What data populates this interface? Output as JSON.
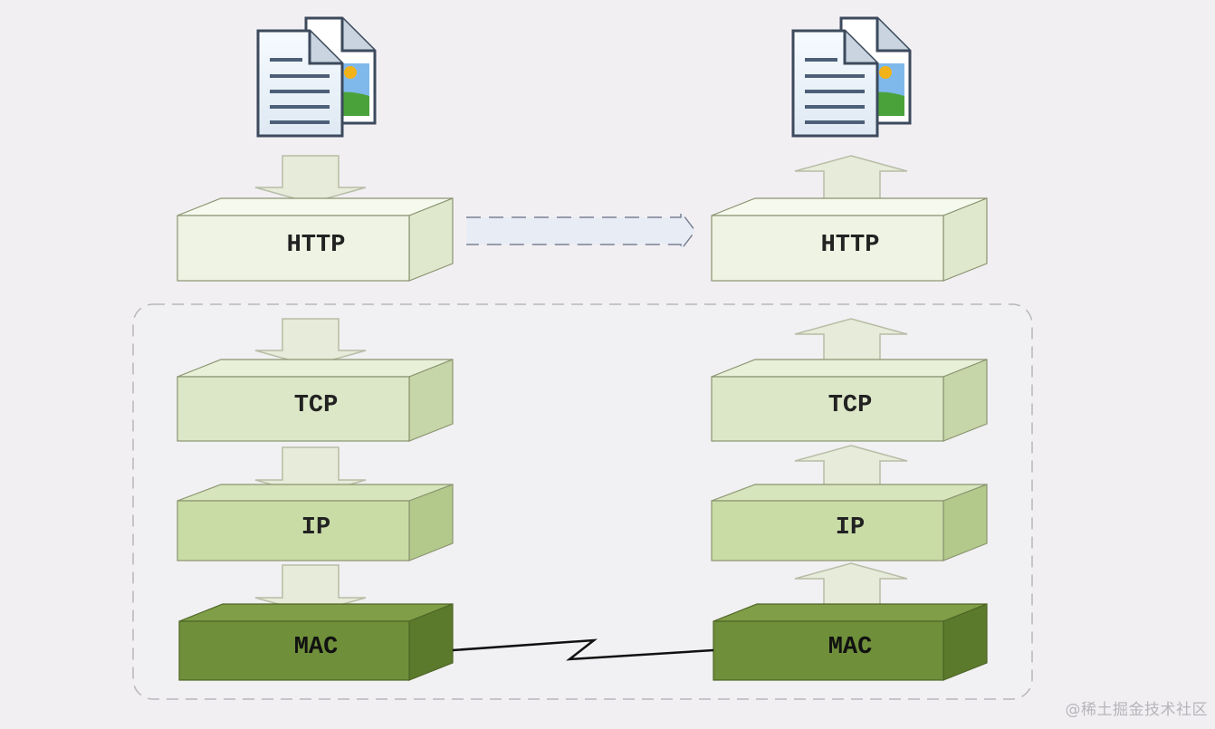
{
  "diagram": {
    "layers": {
      "http": "HTTP",
      "tcp": "TCP",
      "ip": "IP",
      "mac": "MAC"
    }
  },
  "watermark": "@稀土掘金技术社区",
  "colors": {
    "background": "#f2eff3",
    "http_fill": "#eef3e3",
    "tcp_fill": "#dbe7c7",
    "ip_fill": "#c9dca6",
    "mac_fill": "#6f8f3a",
    "arrow_fill": "#e7ebd9",
    "outline": "#8a9470",
    "dashed_group": "#b9b6bc"
  }
}
